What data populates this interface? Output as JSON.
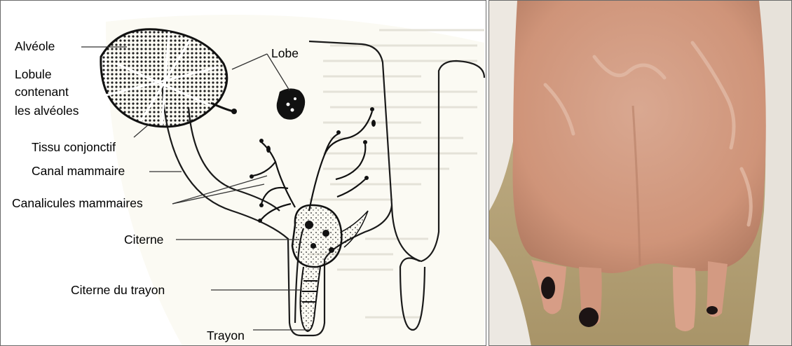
{
  "diagram": {
    "labels": {
      "alveole": "Alvéole",
      "lobule": [
        "Lobule",
        "contenant",
        "les alvéoles"
      ],
      "lobe": "Lobe",
      "tissu_conjonctif": "Tissu conjonctif",
      "canal_mammaire": "Canal mammaire",
      "canalicules_mammaires": "Canalicules mammaires",
      "citerne": "Citerne",
      "citerne_du_trayon": "Citerne du trayon",
      "trayon": "Trayon"
    },
    "colors": {
      "ink": "#111111",
      "paper": "#fbfaf4",
      "line": "#2a2a2a"
    }
  },
  "photo": {
    "colors": {
      "background": "#b8a57c",
      "udder": "#d4a089",
      "udder_shadow": "#b27d66",
      "skin_white": "#eeeae4",
      "teat": "#d79d86",
      "spot": "#1c1414"
    }
  }
}
